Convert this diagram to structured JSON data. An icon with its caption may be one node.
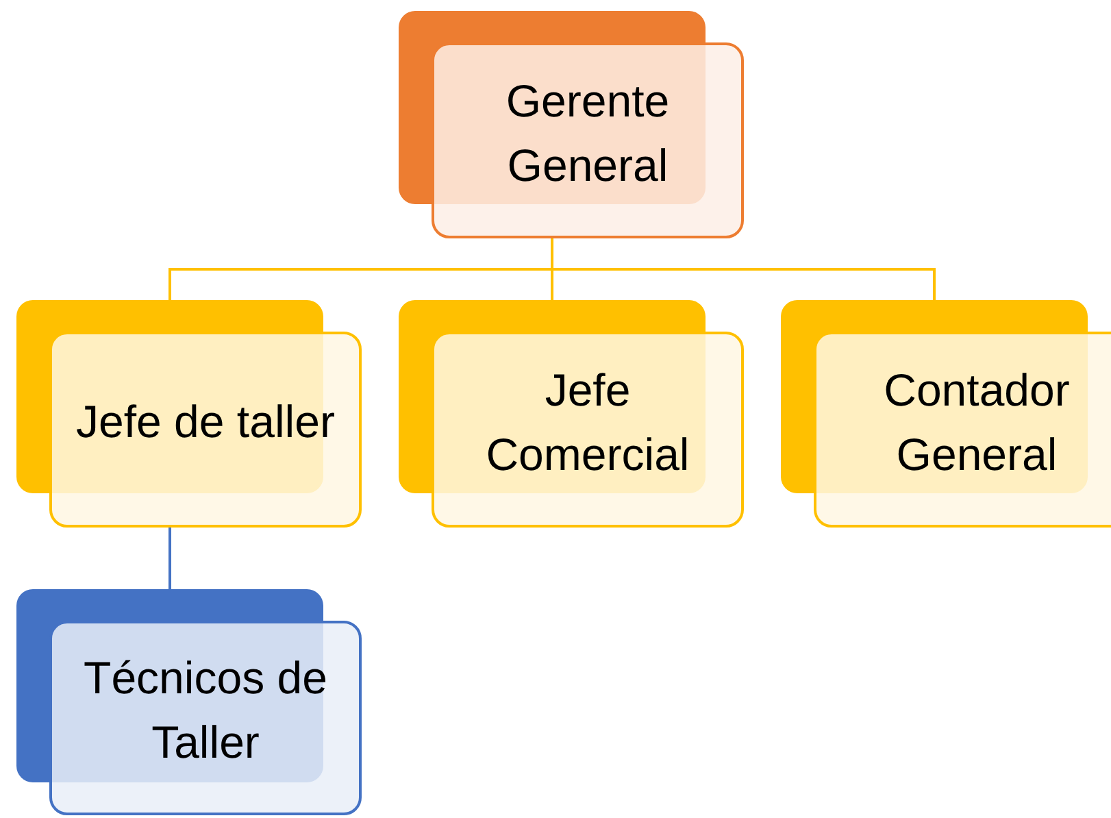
{
  "diagram": {
    "nodes": [
      {
        "text": [
          "Gerente General"
        ]
      },
      {
        "text": [
          "Jefe de taller"
        ]
      },
      {
        "text": [
          "Jefe Comercial"
        ]
      },
      {
        "text": [
          "Contador General"
        ]
      },
      {
        "text": [
          "Técnicos de Taller"
        ]
      }
    ],
    "edges": [
      {
        "from": 0,
        "to": 1,
        "arrow": "none"
      },
      {
        "from": 0,
        "to": 2,
        "arrow": "none"
      },
      {
        "from": 0,
        "to": 3,
        "arrow": "none"
      },
      {
        "from": 1,
        "to": 4,
        "arrow": "none",
        "color": "#4472c4"
      }
    ]
  }
}
